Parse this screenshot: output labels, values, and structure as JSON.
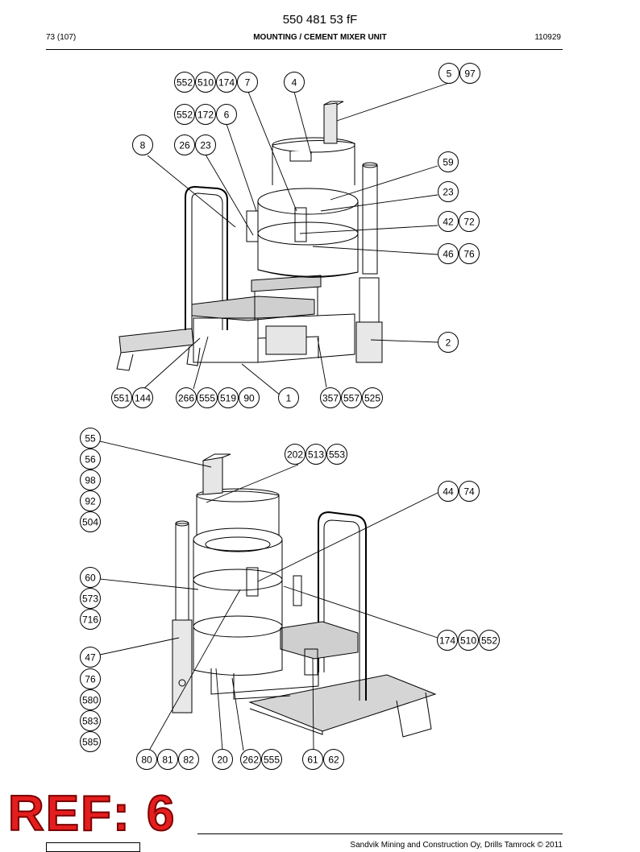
{
  "header": {
    "doc_number": "550 481 53 fF",
    "page": "73 (107)",
    "section_title": "MOUNTING / CEMENT MIXER UNIT",
    "date_code": "110929"
  },
  "watermark": "REF: 6",
  "footer": {
    "copyright": "Sandvik Mining and Construction Oy, Drills Tamrock © 2011"
  },
  "upper_callouts": [
    {
      "id": "u1",
      "labels": [
        "552",
        "510",
        "174",
        "7"
      ]
    },
    {
      "id": "u2",
      "labels": [
        "4"
      ]
    },
    {
      "id": "u3",
      "labels": [
        "5",
        "97"
      ]
    },
    {
      "id": "u4",
      "labels": [
        "552",
        "172",
        "6"
      ]
    },
    {
      "id": "u5",
      "labels": [
        "8"
      ]
    },
    {
      "id": "u6",
      "labels": [
        "26",
        "23"
      ]
    },
    {
      "id": "u7",
      "labels": [
        "59"
      ]
    },
    {
      "id": "u8",
      "labels": [
        "23"
      ]
    },
    {
      "id": "u9",
      "labels": [
        "42",
        "72"
      ]
    },
    {
      "id": "u10",
      "labels": [
        "46",
        "76"
      ]
    },
    {
      "id": "u11",
      "labels": [
        "2"
      ]
    },
    {
      "id": "u12",
      "labels": [
        "551",
        "144"
      ]
    },
    {
      "id": "u13",
      "labels": [
        "266",
        "555",
        "519",
        "90"
      ]
    },
    {
      "id": "u14",
      "labels": [
        "1"
      ]
    },
    {
      "id": "u15",
      "labels": [
        "357",
        "557",
        "525"
      ]
    }
  ],
  "lower_callouts": [
    {
      "id": "l1",
      "labels": [
        "55"
      ]
    },
    {
      "id": "l2",
      "labels": [
        "56"
      ]
    },
    {
      "id": "l3",
      "labels": [
        "98"
      ]
    },
    {
      "id": "l4",
      "labels": [
        "92"
      ]
    },
    {
      "id": "l5",
      "labels": [
        "504"
      ]
    },
    {
      "id": "l6",
      "labels": [
        "202",
        "513",
        "553"
      ]
    },
    {
      "id": "l7",
      "labels": [
        "44",
        "74"
      ]
    },
    {
      "id": "l8",
      "labels": [
        "60"
      ]
    },
    {
      "id": "l9",
      "labels": [
        "573"
      ]
    },
    {
      "id": "l10",
      "labels": [
        "716"
      ]
    },
    {
      "id": "l11",
      "labels": [
        "174",
        "510",
        "552"
      ]
    },
    {
      "id": "l12",
      "labels": [
        "47"
      ]
    },
    {
      "id": "l13",
      "labels": [
        "76"
      ]
    },
    {
      "id": "l14",
      "labels": [
        "580"
      ]
    },
    {
      "id": "l15",
      "labels": [
        "583"
      ]
    },
    {
      "id": "l16",
      "labels": [
        "585"
      ]
    },
    {
      "id": "l17",
      "labels": [
        "80",
        "81",
        "82"
      ]
    },
    {
      "id": "l18",
      "labels": [
        "20"
      ]
    },
    {
      "id": "l19",
      "labels": [
        "262",
        "555"
      ]
    },
    {
      "id": "l20",
      "labels": [
        "61",
        "62"
      ]
    }
  ]
}
